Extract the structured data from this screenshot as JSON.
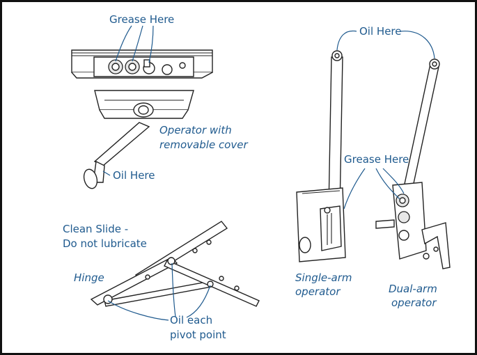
{
  "labels": {
    "grease_top": "Grease Here",
    "operator_cover_line1": "Operator with",
    "operator_cover_line2": "removable cover",
    "oil_handle": "Oil Here",
    "clean_slide_line1": "Clean Slide -",
    "clean_slide_line2": "Do not lubricate",
    "hinge": "Hinge",
    "oil_pivot_line1": "Oil each",
    "oil_pivot_line2": "pivot point",
    "oil_arms": "Oil Here",
    "grease_right": "Grease Here",
    "single_arm_line1": "Single-arm",
    "single_arm_line2": "operator",
    "dual_arm_line1": "Dual-arm",
    "dual_arm_line2": "operator"
  },
  "colors": {
    "label_blue": "#1f5a8e",
    "line_dark": "#222222",
    "frame_border": "#111111"
  }
}
